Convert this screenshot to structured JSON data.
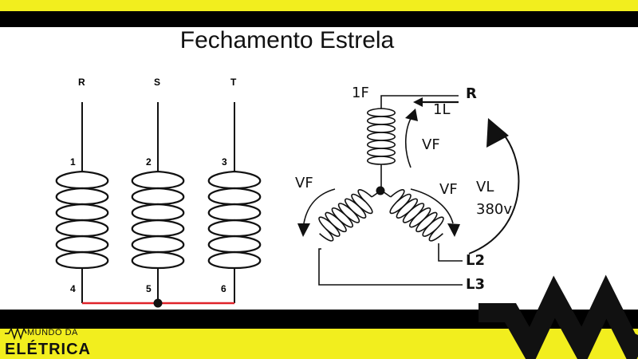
{
  "title": "Fechamento Estrela",
  "left_diagram": {
    "phase_labels": [
      "R",
      "S",
      "T"
    ],
    "start_terminals": [
      "1",
      "2",
      "3"
    ],
    "end_terminals": [
      "4",
      "5",
      "6"
    ],
    "jumper_color": "#e0232a"
  },
  "right_diagram": {
    "coil_label": "1F",
    "line_current_label": "1L",
    "line_labels": [
      "R",
      "L2",
      "L3"
    ],
    "phase_voltage_label": "VF",
    "line_voltage_label": "VL",
    "line_voltage_value": "380v"
  },
  "brand": {
    "line1": "MUNDO DA",
    "line2": "ELÉTRICA",
    "accent_color": "#f2ee1e"
  }
}
